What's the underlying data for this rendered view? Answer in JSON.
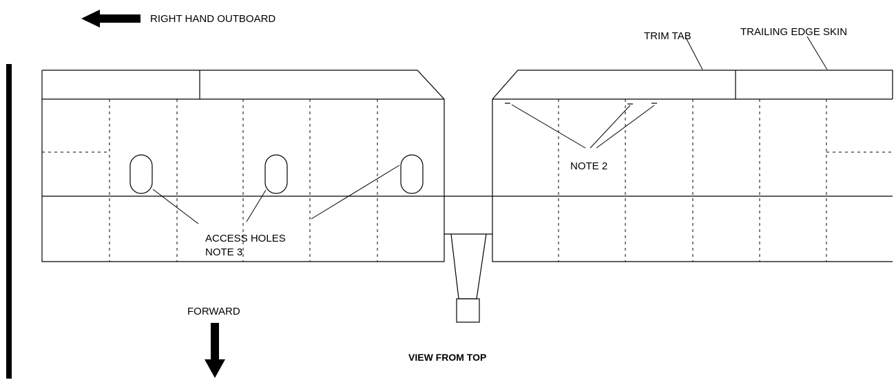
{
  "labels": {
    "right_hand_outboard": "RIGHT HAND OUTBOARD",
    "trim_tab": "TRIM TAB",
    "trailing_edge_skin": "TRAILING EDGE SKIN",
    "note_2": "NOTE 2",
    "access_holes_line1": "ACCESS HOLES",
    "access_holes_line2": "NOTE 3",
    "forward": "FORWARD",
    "view_from_top": "VIEW FROM TOP"
  }
}
